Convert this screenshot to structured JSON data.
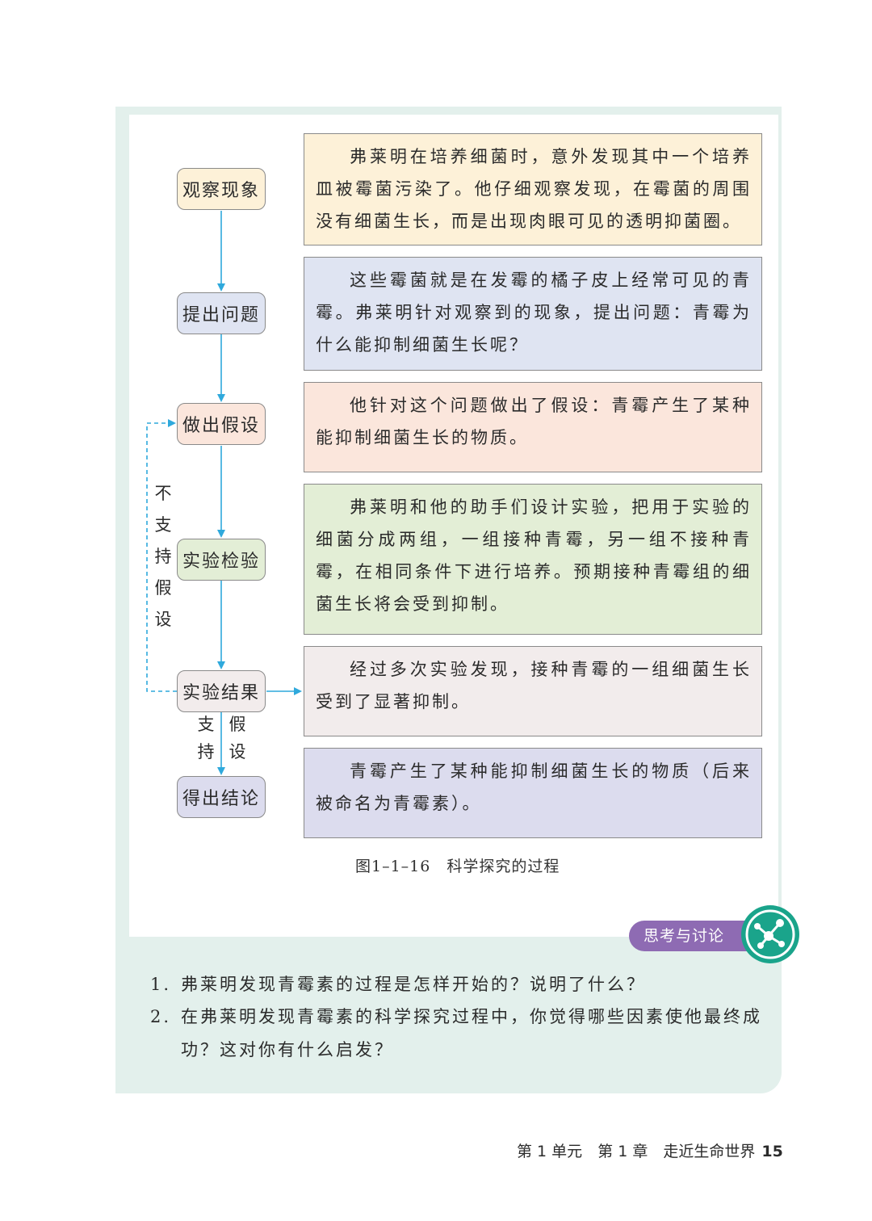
{
  "colors": {
    "panel_bg": "#e3f0ec",
    "arrow": "#2fa9dc",
    "box_observe": "#fdf1d8",
    "box_question": "#dfe4f2",
    "box_hypothesis": "#fbe6dc",
    "box_experiment": "#e3eed6",
    "box_result": "#f2ecec",
    "box_conclusion": "#dcdcee",
    "badge": "#8e6bb3",
    "icon_green": "#1aa48b"
  },
  "flow": {
    "steps": [
      {
        "label": "观察现象",
        "text": "弗莱明在培养细菌时，意外发现其中一个培养皿被霉菌污染了。他仔细观察发现，在霉菌的周围没有细菌生长，而是出现肉眼可见的透明抑菌圈。"
      },
      {
        "label": "提出问题",
        "text": "这些霉菌就是在发霉的橘子皮上经常可见的青霉。弗莱明针对观察到的现象，提出问题：青霉为什么能抑制细菌生长呢？"
      },
      {
        "label": "做出假设",
        "text": "他针对这个问题做出了假设：青霉产生了某种能抑制细菌生长的物质。"
      },
      {
        "label": "实验检验",
        "text": "弗莱明和他的助手们设计实验，把用于实验的细菌分成两组，一组接种青霉，另一组不接种青霉，在相同条件下进行培养。预期接种青霉组的细菌生长将会受到抑制。"
      },
      {
        "label": "实验结果",
        "text": "经过多次实验发现，接种青霉的一组细菌生长受到了显著抑制。"
      },
      {
        "label": "得出结论",
        "text": "青霉产生了某种能抑制细菌生长的物质（后来被命名为青霉素）。"
      }
    ],
    "not_support_label": [
      "不",
      "支",
      "持",
      "假",
      "设"
    ],
    "support_label_left": [
      "支",
      "持"
    ],
    "support_label_right": [
      "假",
      "设"
    ]
  },
  "figure_caption": "图1–1–16　科学探究的过程",
  "discussion": {
    "title": "思考与讨论",
    "icon": "molecule-icon",
    "questions": [
      {
        "num": "1.",
        "text": "弗莱明发现青霉素的过程是怎样开始的？说明了什么？"
      },
      {
        "num": "2.",
        "text": "在弗莱明发现青霉素的科学探究过程中，你觉得哪些因素使他最终成功？这对你有什么启发？"
      }
    ]
  },
  "footer": {
    "text": "第 1 单元　第 1 章　走近生命世界",
    "page": "15"
  }
}
